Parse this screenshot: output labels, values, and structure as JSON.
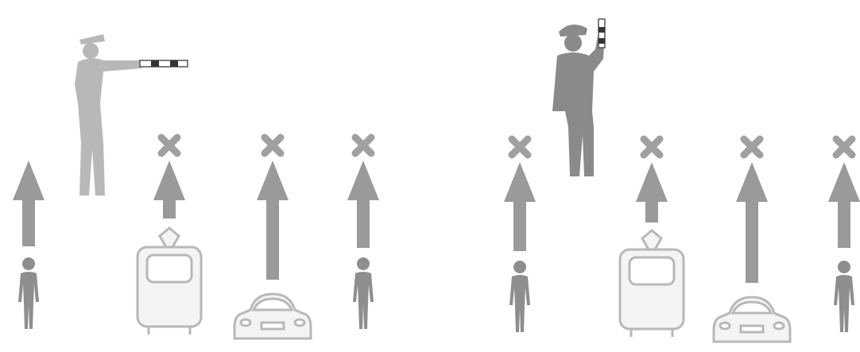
{
  "colors": {
    "background": "#ffffff",
    "arrow": "#9a9a9a",
    "cross": "#a0a0a0",
    "figure": "#8e8e8e",
    "officer_left": "#b8b8b8",
    "officer_right": "#8a8a8a",
    "vehicle_outline": "#b8b8b8",
    "vehicle_fill": "#f4f4f4"
  },
  "panels": [
    {
      "id": "left",
      "officer": {
        "pose": "arm-extended-sideways",
        "icon": "traffic-officer-baton-horizontal-icon"
      },
      "lanes": [
        {
          "subject": "pedestrian",
          "allowed": true
        },
        {
          "subject": "tram",
          "allowed": false
        },
        {
          "subject": "car",
          "allowed": false
        },
        {
          "subject": "pedestrian",
          "allowed": false
        }
      ]
    },
    {
      "id": "right",
      "officer": {
        "pose": "baton-raised",
        "icon": "traffic-officer-baton-raised-icon"
      },
      "lanes": [
        {
          "subject": "pedestrian",
          "allowed": false
        },
        {
          "subject": "tram",
          "allowed": false
        },
        {
          "subject": "car",
          "allowed": false
        },
        {
          "subject": "pedestrian",
          "allowed": false
        }
      ]
    }
  ]
}
